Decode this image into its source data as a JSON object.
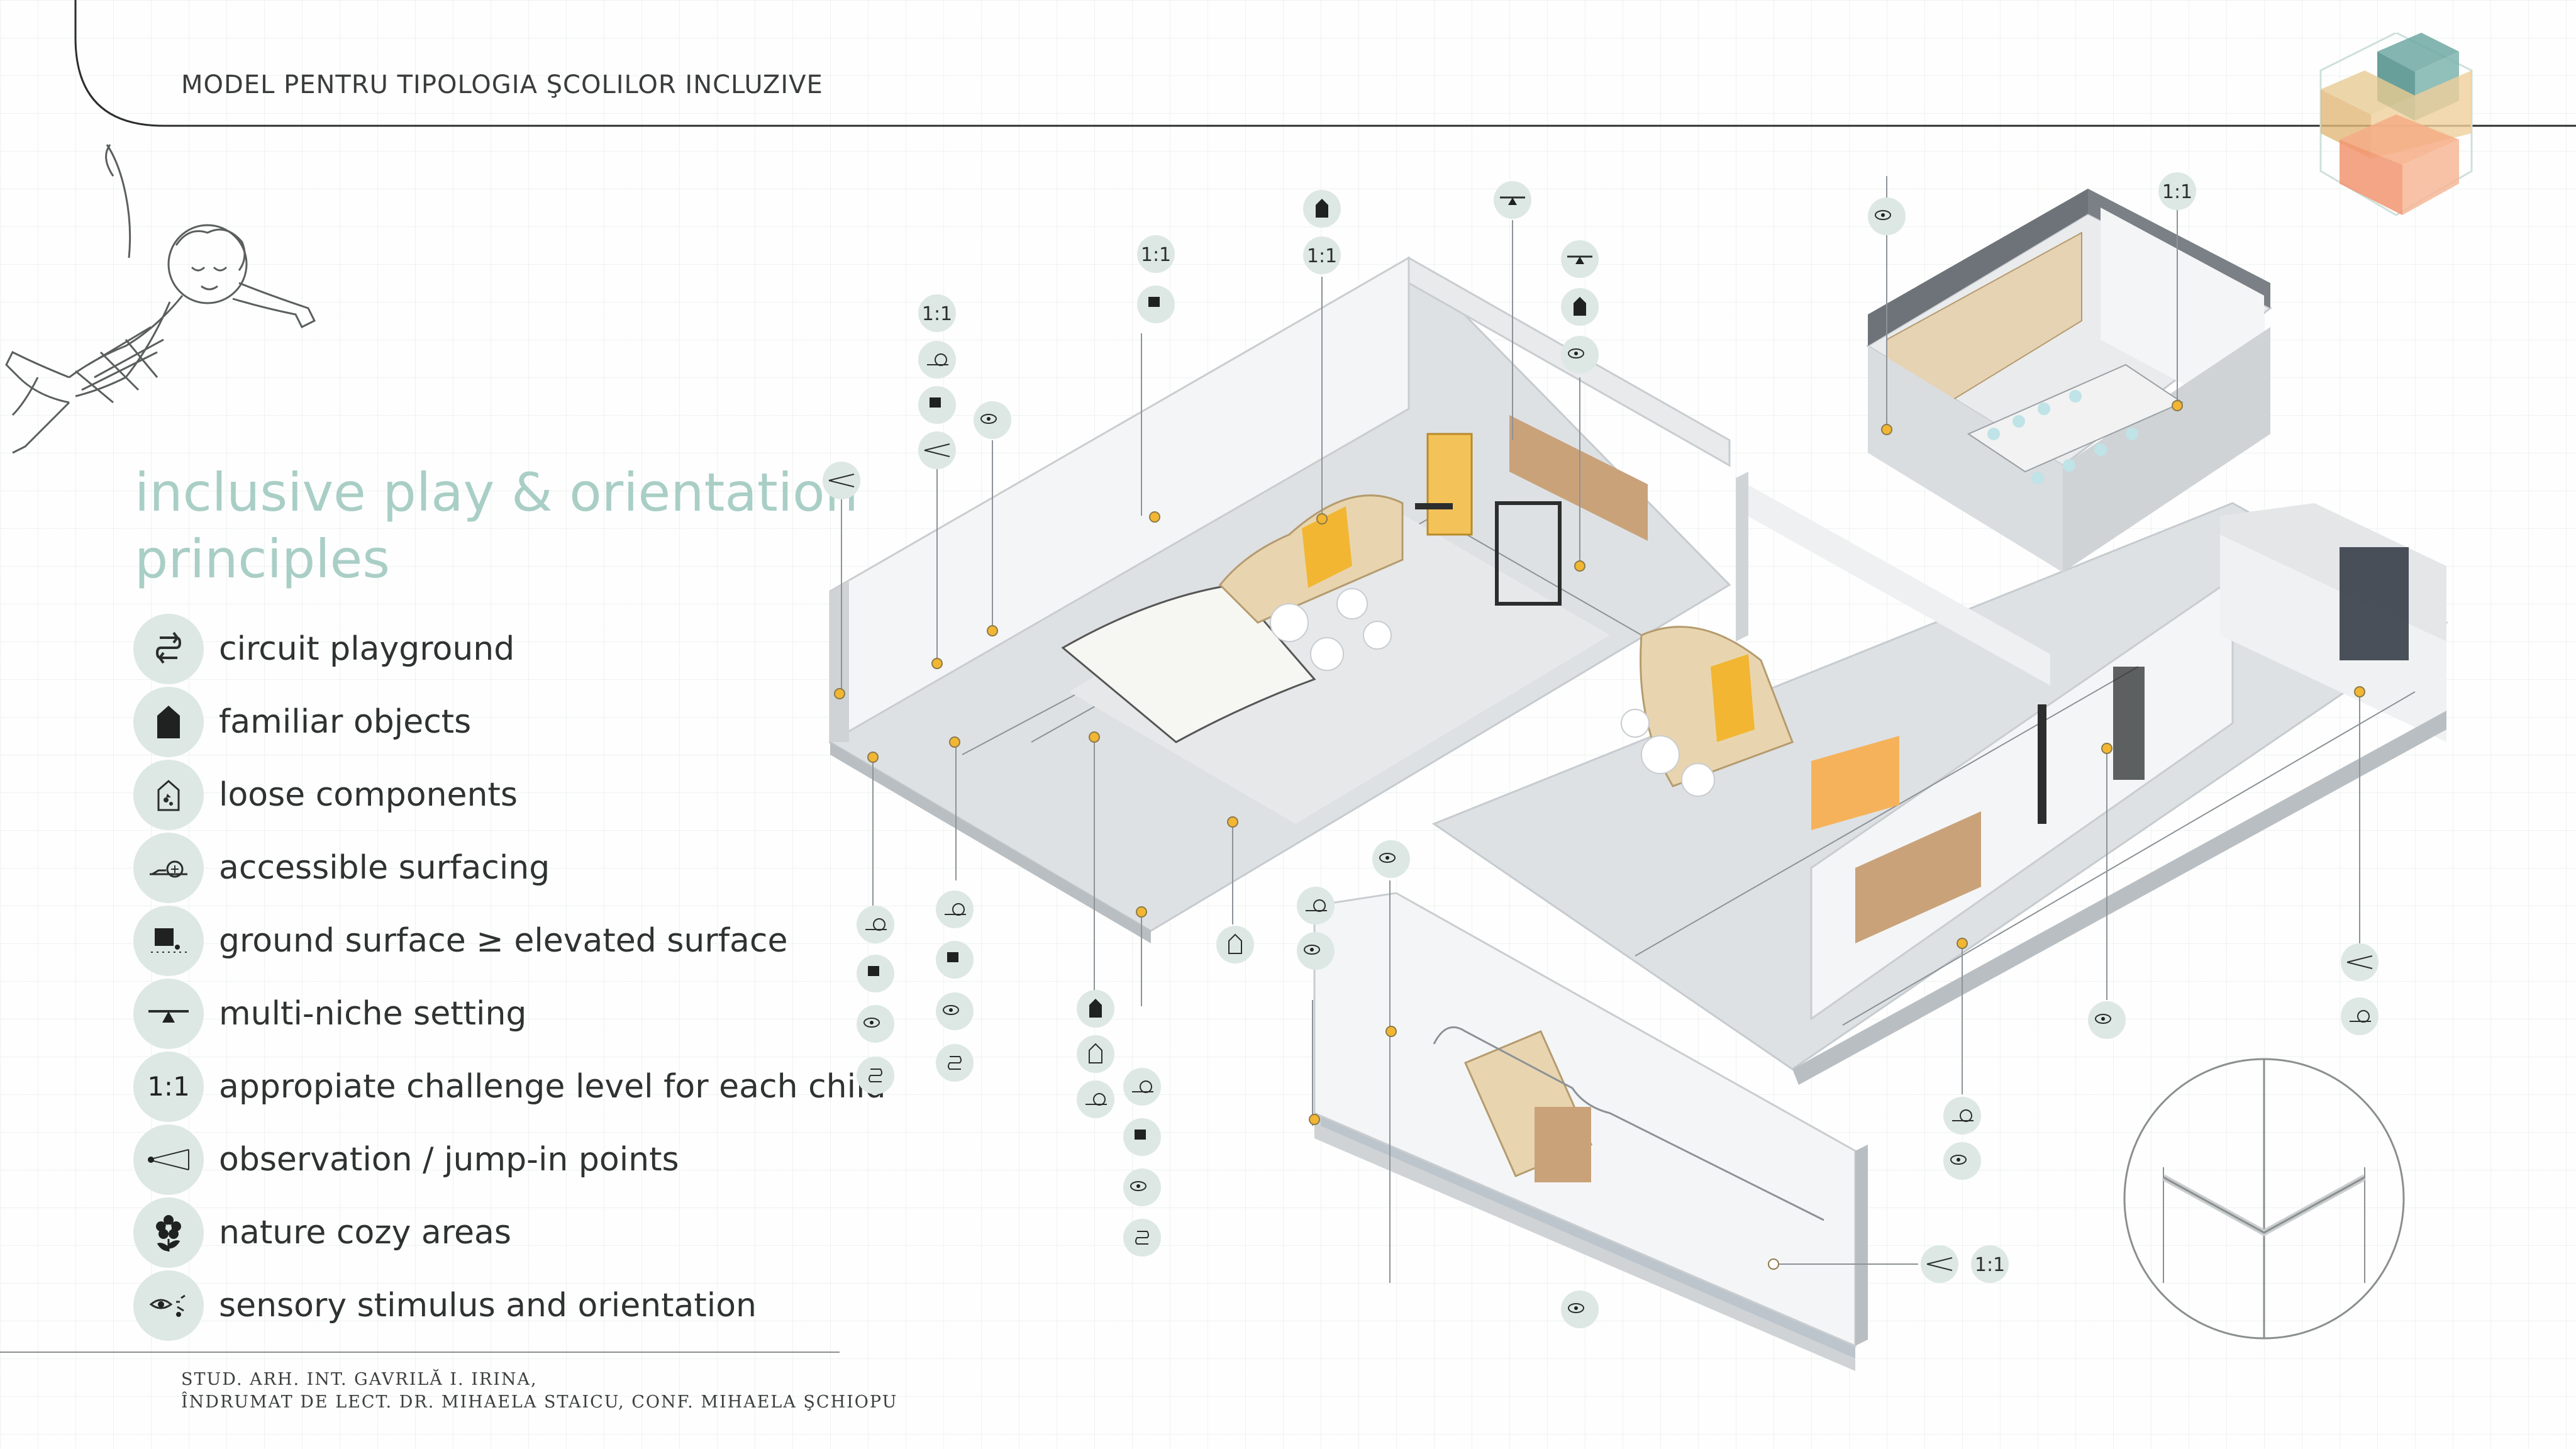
{
  "header": {
    "title": "MODEL PENTRU TIPOLOGIA ŞCOLILOR INCLUZIVE"
  },
  "heading": {
    "line1": "inclusive play & orientation",
    "line2": "principles"
  },
  "legend": [
    {
      "icon": "circuit-icon",
      "label": "circuit playground"
    },
    {
      "icon": "house-icon",
      "label": "familiar objects"
    },
    {
      "icon": "loose-parts-icon",
      "label": "loose components"
    },
    {
      "icon": "wheelchair-surface-icon",
      "label": "accessible surfacing"
    },
    {
      "icon": "elevated-surface-icon",
      "label": "ground surface ≥ elevated surface"
    },
    {
      "icon": "seesaw-icon",
      "label": "multi-niche setting"
    },
    {
      "icon": "one-to-one-icon",
      "label": "appropiate challenge level for each child",
      "glyph": "1:1"
    },
    {
      "icon": "observation-icon",
      "label": "observation / jump-in points"
    },
    {
      "icon": "flower-icon",
      "label": "nature cozy areas"
    },
    {
      "icon": "sensory-icon",
      "label": "sensory stimulus and orientation"
    }
  ],
  "callout_glyph": "1:1",
  "credits": {
    "line1": "STUD. ARH. INT. GAVRILĂ I. IRINA,",
    "line2": "ÎNDRUMAT DE LECT. DR. MIHAELA STAICU, CONF. MIHAELA ŞCHIOPU"
  },
  "colors": {
    "accent_text": "#a9cec6",
    "icon_bg": "#dde8e5",
    "wood": "#e8d5b0",
    "yellow": "#f2b632",
    "logo_teal": "#5f9e98",
    "logo_sand": "#e6c48a",
    "logo_peach": "#f4a37c"
  }
}
